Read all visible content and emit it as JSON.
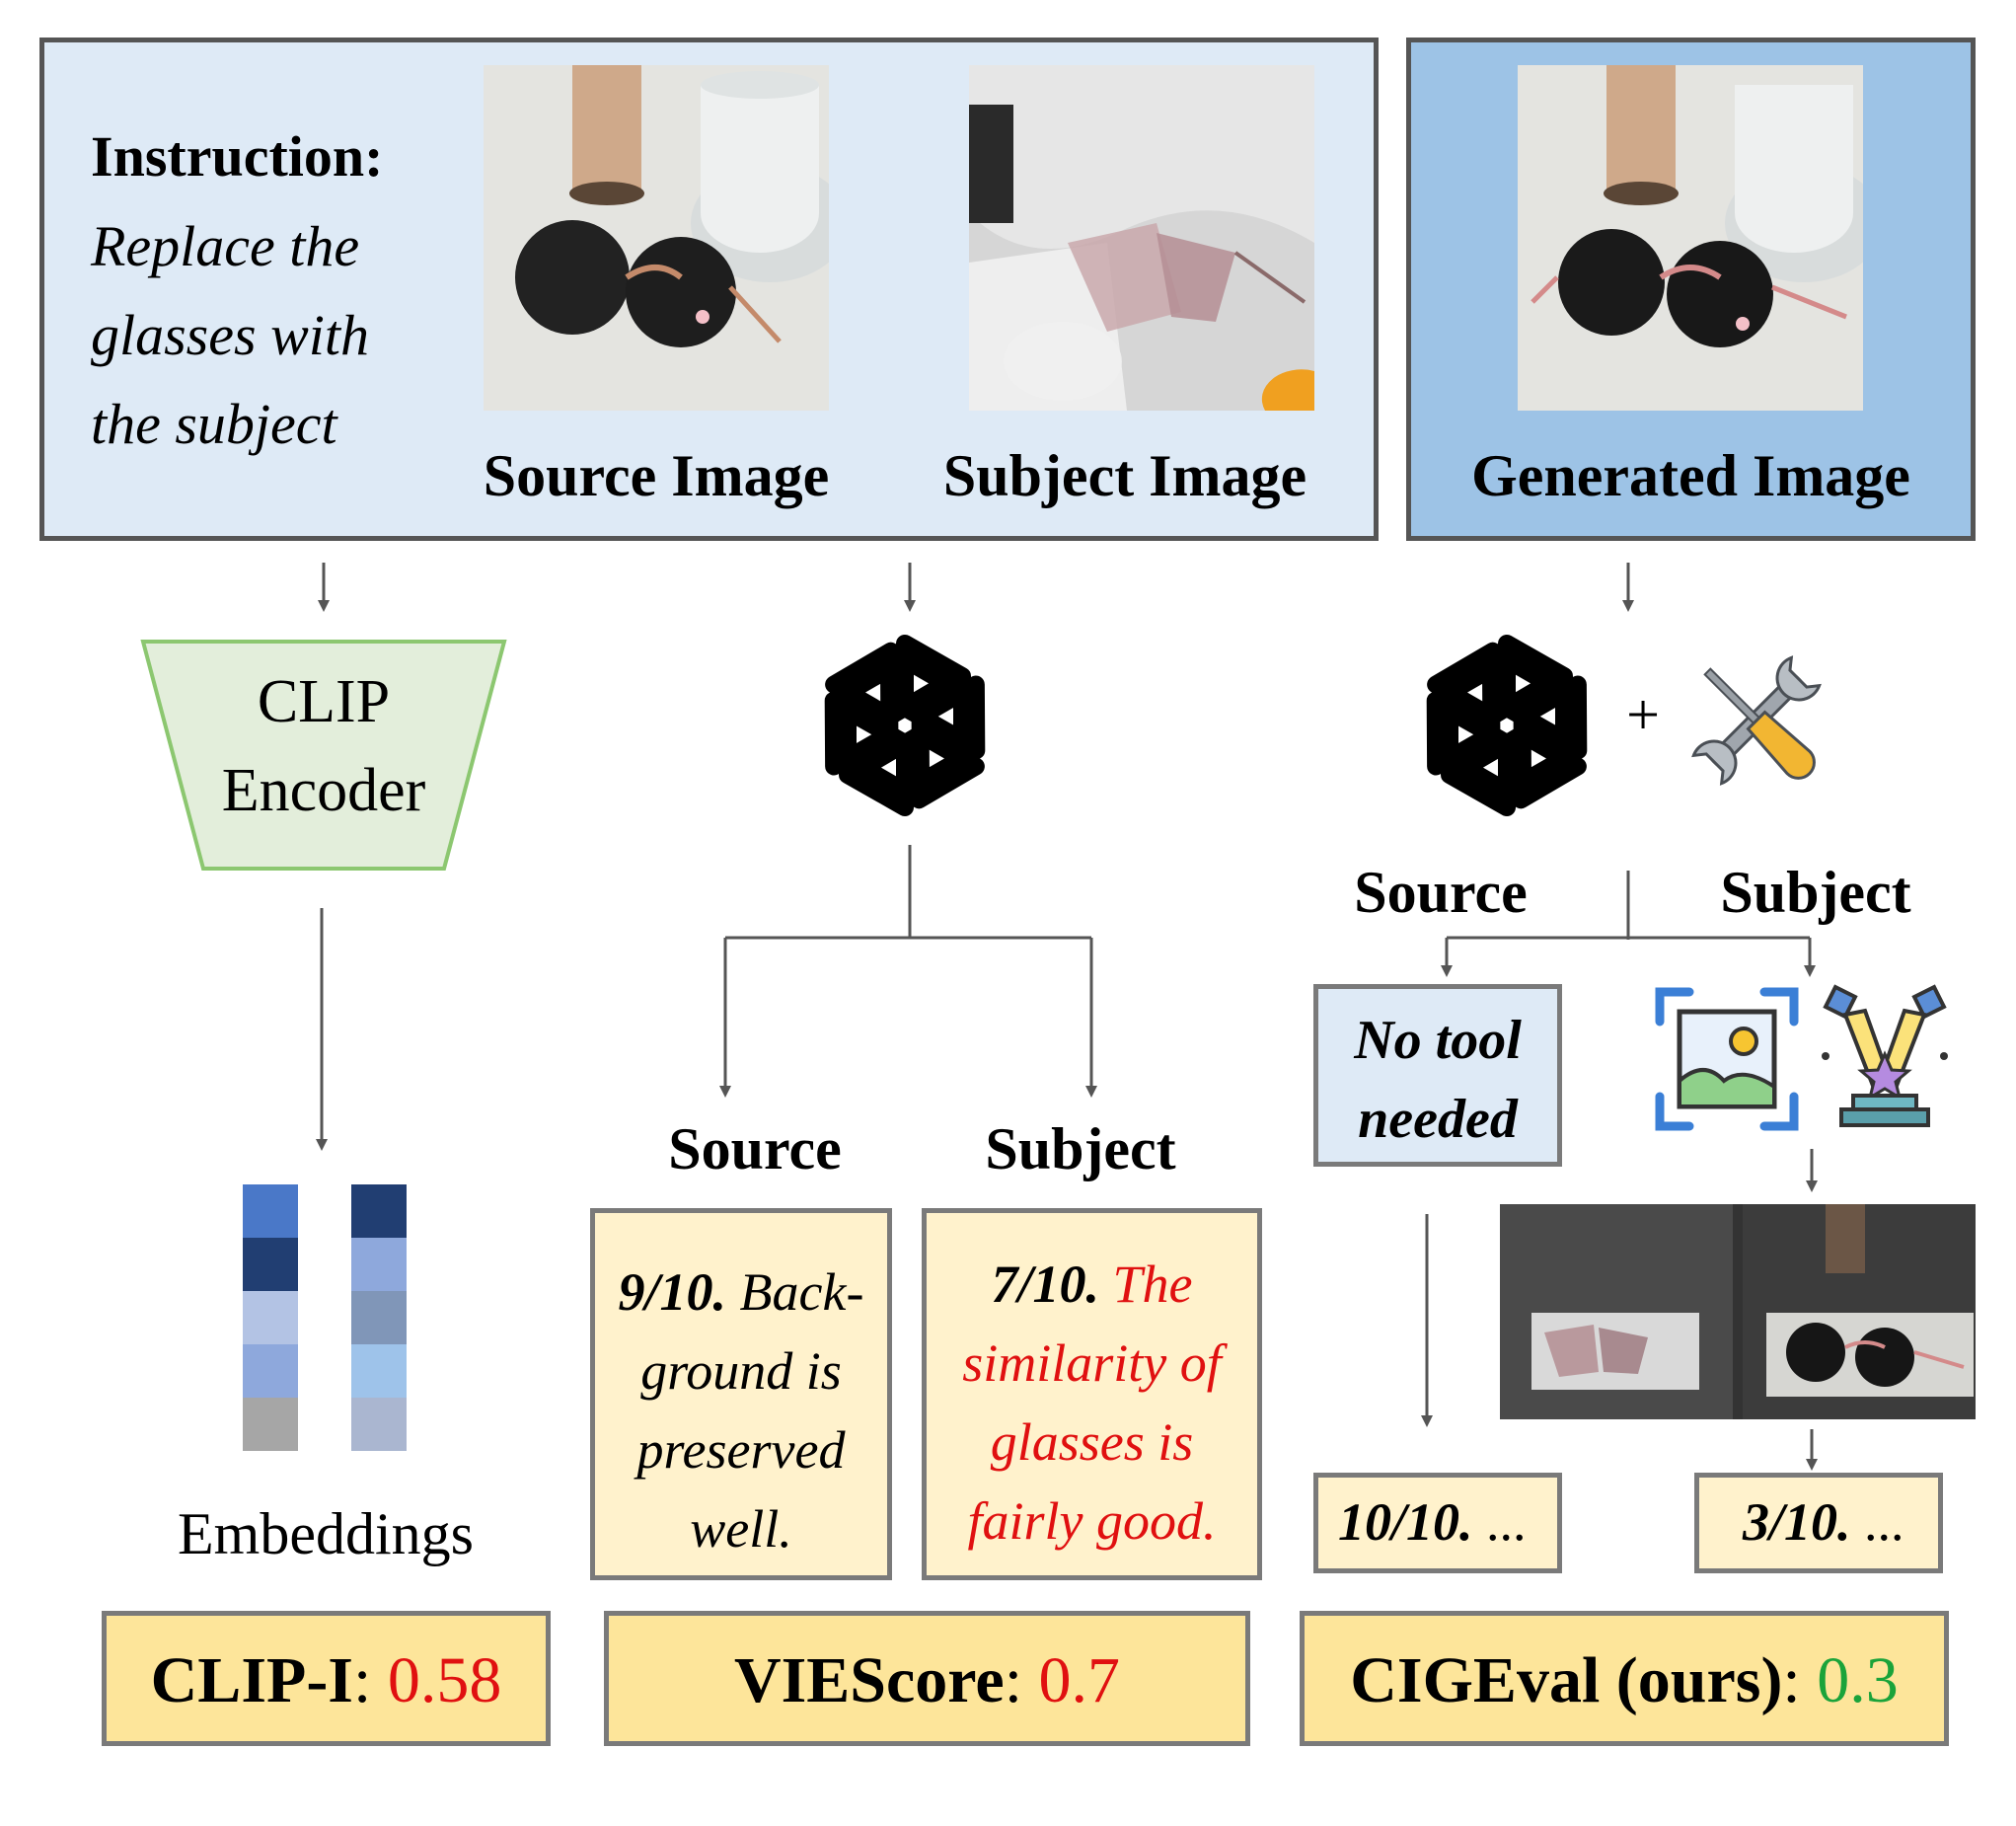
{
  "top": {
    "instruction_heading": "Instruction:",
    "instruction_text_lines": [
      "Replace the",
      "glasses with",
      "the subject"
    ],
    "source_image_label": "Source Image",
    "subject_image_label": "Subject Image",
    "generated_image_label": "Generated Image"
  },
  "clip": {
    "encoder_lines": [
      "CLIP",
      "Encoder"
    ],
    "embeddings_label": "Embeddings",
    "embedding_colors_left": [
      "#4a78c8",
      "#213e72",
      "#b3c3e4",
      "#8ea8dc",
      "#a6a6a6"
    ],
    "embedding_colors_right": [
      "#213e72",
      "#8ea8dc",
      "#8096b8",
      "#9ec3ea",
      "#aab6d0"
    ],
    "score_name": "CLIP-I",
    "score_value": "0.58"
  },
  "viescore": {
    "source_label": "Source",
    "subject_label": "Subject",
    "source_score": "9/10.",
    "source_text_lines": [
      "Back-",
      "ground is",
      "preserved",
      "well."
    ],
    "subject_score": "7/10.",
    "subject_text_lines": [
      "The",
      "similarity of",
      "glasses is",
      "fairly good."
    ],
    "score_name": "VIEScore",
    "score_value": "0.7"
  },
  "cigeval": {
    "plus": "+",
    "source_label": "Source",
    "subject_label": "Subject",
    "no_tool_lines": [
      "No tool",
      "needed"
    ],
    "source_result_score": "10/10.",
    "source_result_rest": " ...",
    "subject_result_score": "3/10.",
    "subject_result_rest": " ...",
    "score_name": "CIGEval (ours)",
    "score_value": "0.3"
  },
  "icons": [
    "openai-logo-icon",
    "tools-icon",
    "image-grounding-icon",
    "highlight-spotlight-icon"
  ]
}
